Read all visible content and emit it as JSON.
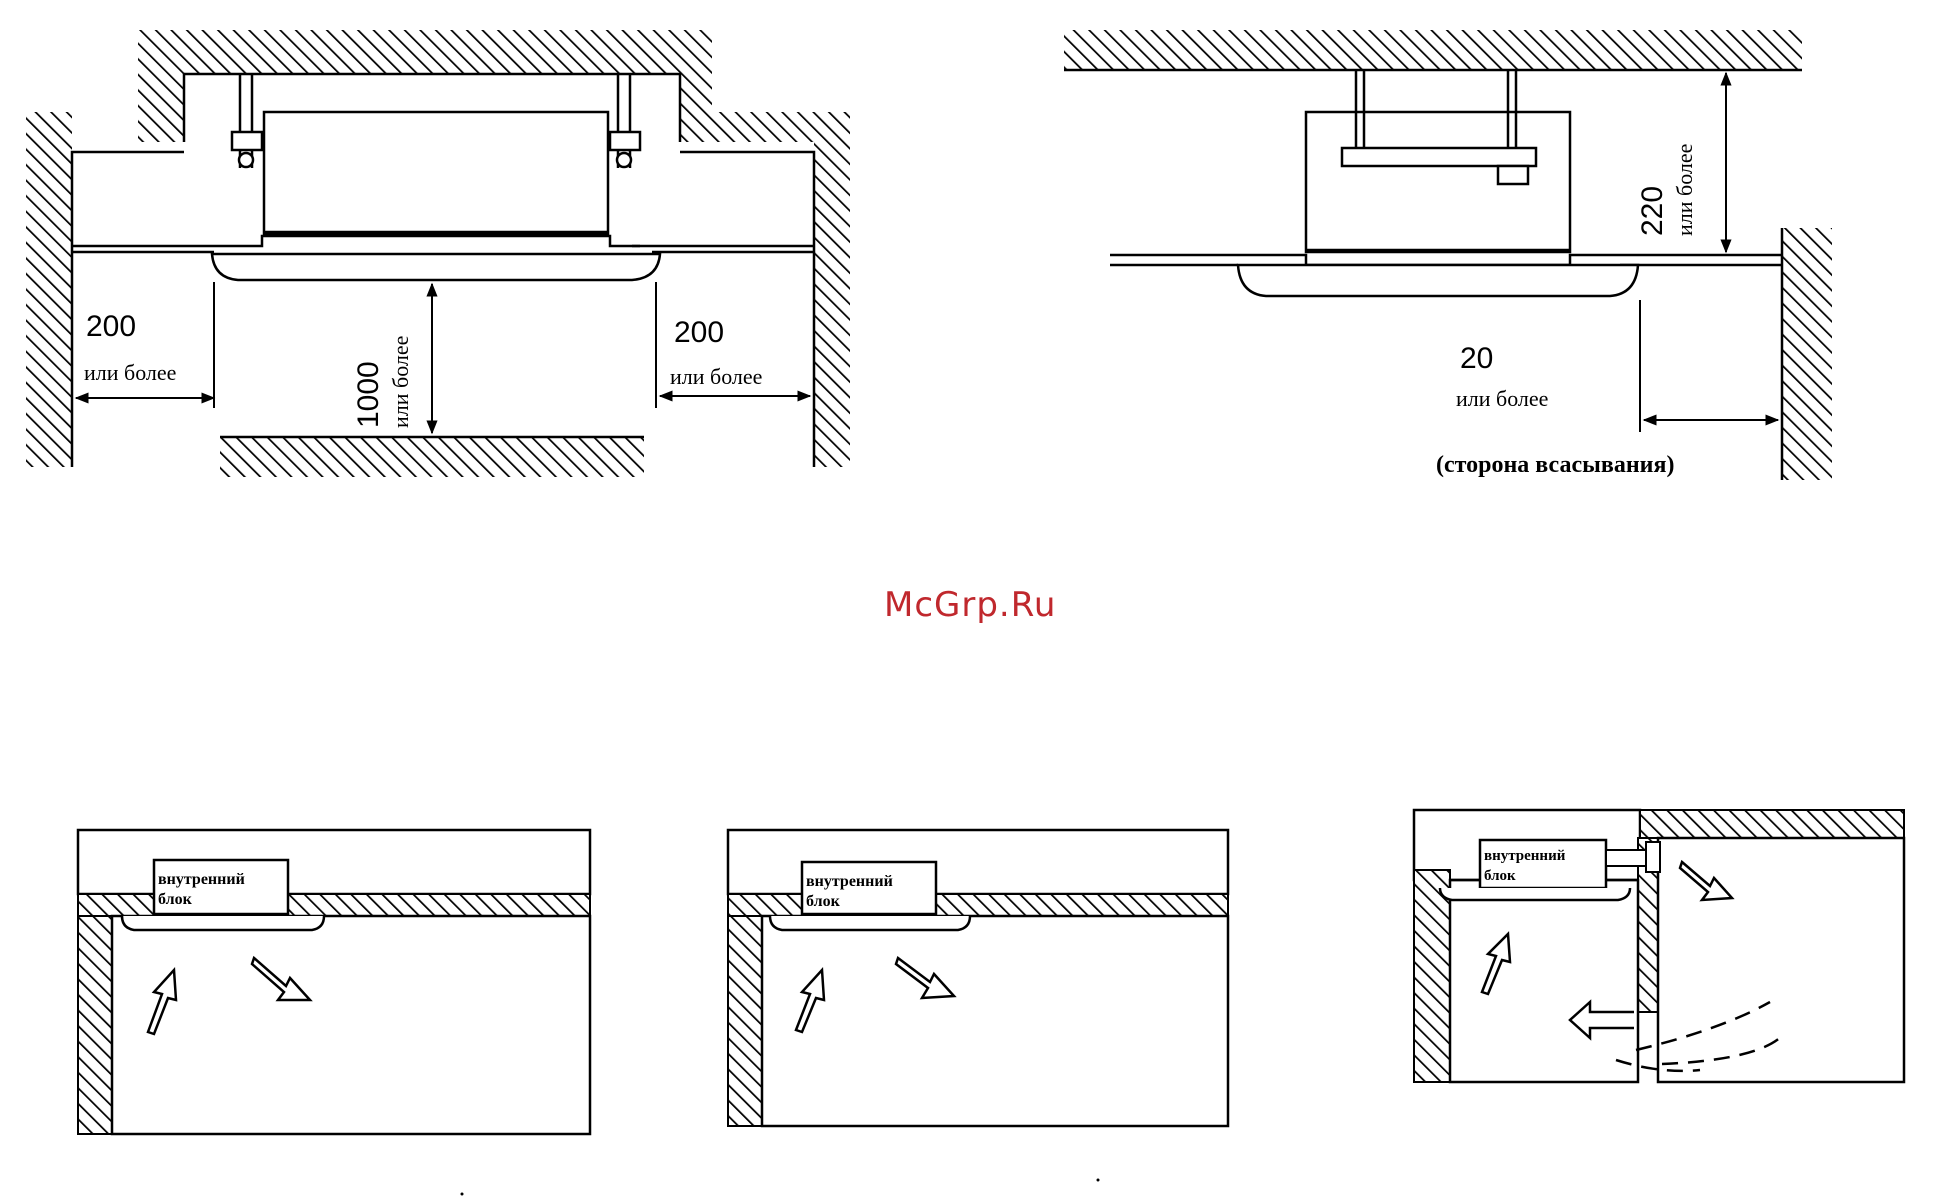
{
  "watermark": "McGrp.Ru",
  "diagram1": {
    "side_left_value": "200",
    "side_left_unit": "или более",
    "side_right_value": "200",
    "side_right_unit": "или более",
    "floor_value": "1000",
    "floor_unit": "или более"
  },
  "diagram2": {
    "ceiling_value": "220",
    "ceiling_unit": "или более",
    "wall_value": "20",
    "wall_unit": "или более",
    "wall_note": "(сторона всасывания)"
  },
  "room_a": {
    "unit_line1": "внутренний",
    "unit_line2": "блок"
  },
  "room_b": {
    "unit_line1": "внутренний",
    "unit_line2": "блок"
  },
  "room_c": {
    "unit_line1": "внутренний",
    "unit_line2": "блок"
  }
}
